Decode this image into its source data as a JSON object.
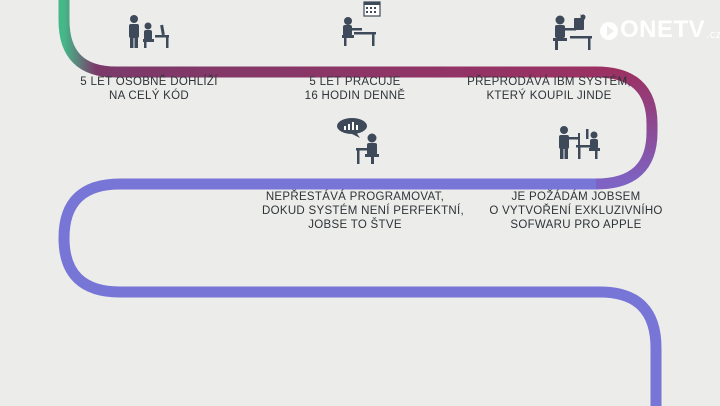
{
  "milestones": [
    {
      "lines": [
        "5 LET OSOBNĚ DOHLÍŽÍ",
        "NA CELÝ KÓD"
      ],
      "icon": "supervisor-at-desk-icon"
    },
    {
      "lines": [
        "5 LET PRACUJE",
        "16 HODIN DENNĚ"
      ],
      "icon": "worker-with-calendar-icon"
    },
    {
      "lines": [
        "PŘEPRODÁVÁ IBM SYSTÉM,",
        "KTERÝ KOUPIL JINDE"
      ],
      "icon": "worker-at-computer-icon"
    },
    {
      "lines": [
        "NEPŘESTÁVÁ PROGRAMOVAT,",
        "DOKUD SYSTÉM NENÍ PERFEKTNÍ,",
        "JOBSE TO ŠTVE"
      ],
      "icon": "programmer-with-chart-bubble-icon"
    },
    {
      "lines": [
        "JE POŽÁDÁM JOBSEM",
        "O VYTVOŘENÍ EXKLUZIVNÍHO",
        "SOFWARU PRO APPLE"
      ],
      "icon": "request-at-desk-icon"
    }
  ],
  "logo": {
    "main": "ONETV",
    "suffix": ".cz"
  },
  "colors": {
    "background": "#ececea",
    "path_start": "#45b88a",
    "path_mid": "#9b3163",
    "path_end": "#7775d6",
    "icon": "#3e4a5a",
    "text": "#2e3338"
  }
}
